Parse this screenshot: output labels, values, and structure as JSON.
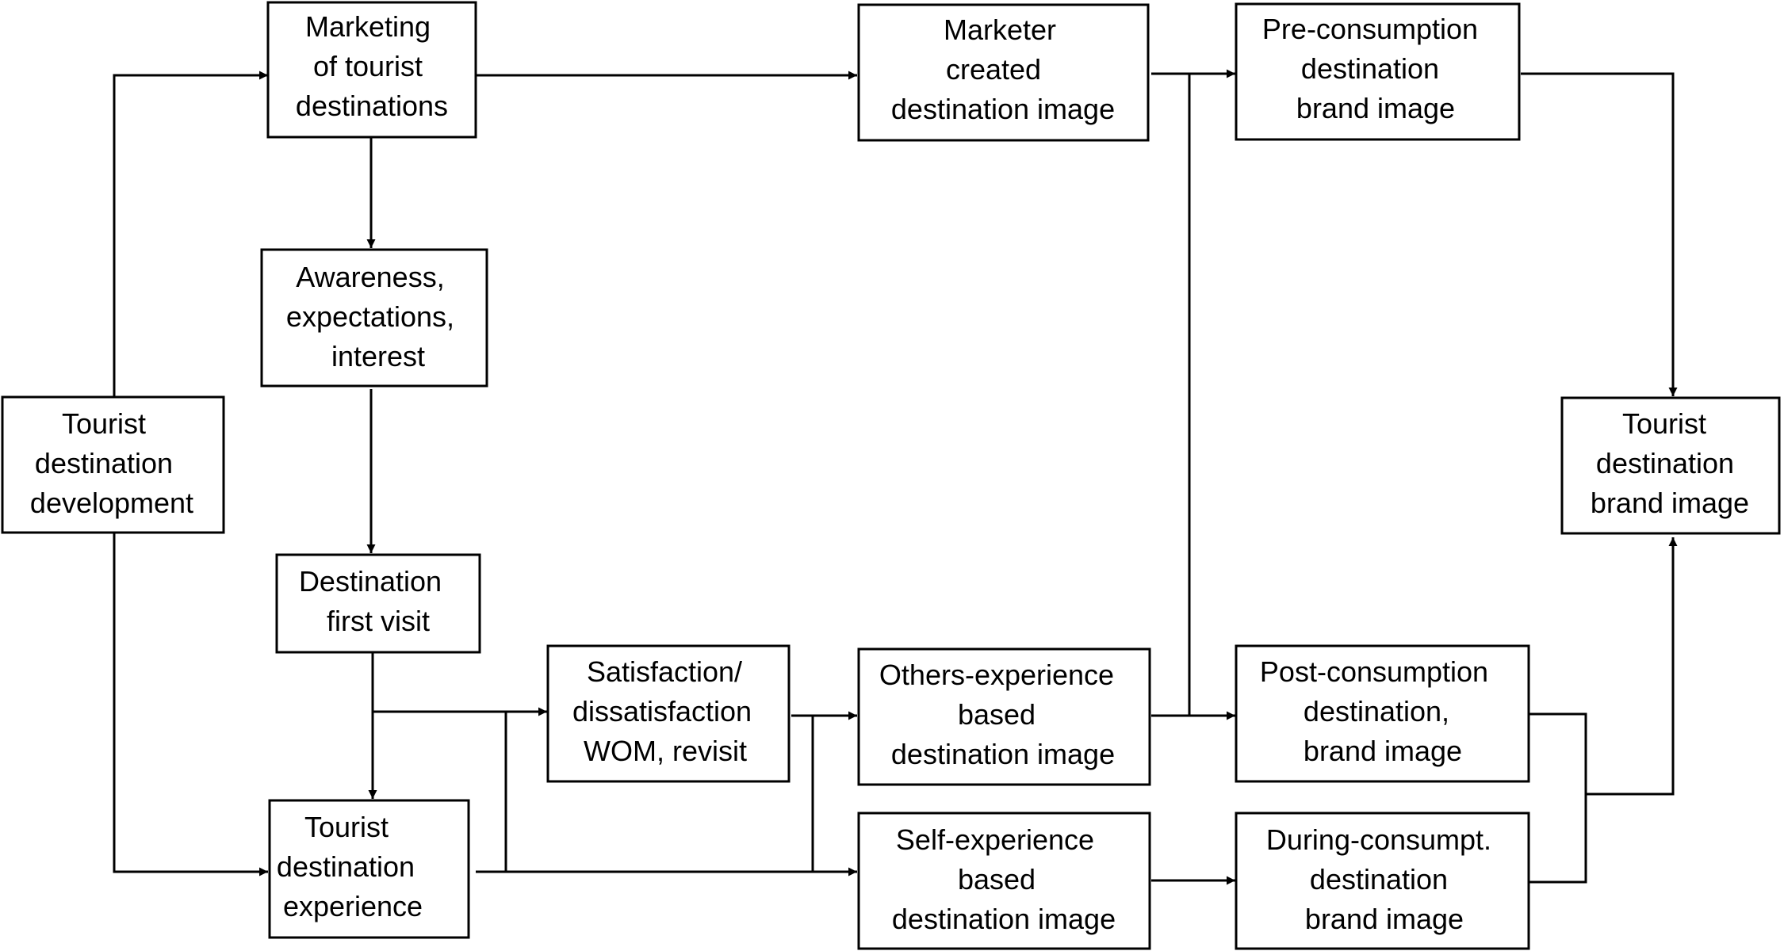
{
  "nodes": {
    "marketing": {
      "lines": [
        "Marketing",
        "of tourist",
        "destinations"
      ]
    },
    "awareness": {
      "lines": [
        "Awareness,",
        "expectations,",
        "interest"
      ]
    },
    "first_visit": {
      "lines": [
        "Destination",
        "first visit"
      ]
    },
    "development": {
      "lines": [
        "Tourist",
        "destination",
        "development"
      ]
    },
    "experience": {
      "lines": [
        "Tourist",
        "destination",
        "experience"
      ]
    },
    "satisfaction": {
      "lines": [
        "Satisfaction/",
        "dissatisfaction",
        "WOM, revisit"
      ]
    },
    "marketer_image": {
      "lines": [
        "Marketer",
        "created",
        "destination image"
      ]
    },
    "pre_consumption": {
      "lines": [
        "Pre-consumption",
        "destination",
        "brand image"
      ]
    },
    "others_image": {
      "lines": [
        "Others-experience",
        "based",
        "destination image"
      ]
    },
    "self_image": {
      "lines": [
        "Self-experience",
        "based",
        "destination image"
      ]
    },
    "post_consumption": {
      "lines": [
        "Post-consumption",
        "destination,",
        "brand image"
      ]
    },
    "during_consumption": {
      "lines": [
        "During-consumpt.",
        "destination",
        "brand image"
      ]
    },
    "brand_image": {
      "lines": [
        "Tourist",
        "destination",
        "brand image"
      ]
    }
  },
  "edges": [
    {
      "from": "development",
      "to": "marketing"
    },
    {
      "from": "development",
      "to": "experience"
    },
    {
      "from": "marketing",
      "to": "awareness"
    },
    {
      "from": "marketing",
      "to": "marketer_image"
    },
    {
      "from": "awareness",
      "to": "first_visit"
    },
    {
      "from": "first_visit",
      "to": "experience"
    },
    {
      "from": "first_visit",
      "to": "satisfaction"
    },
    {
      "from": "experience",
      "to": "satisfaction"
    },
    {
      "from": "experience",
      "to": "self_image"
    },
    {
      "from": "satisfaction",
      "to": "others_image"
    },
    {
      "from": "satisfaction",
      "to": "self_image"
    },
    {
      "from": "marketer_image",
      "to": "pre_consumption"
    },
    {
      "from": "marketer_image",
      "to": "post_consumption"
    },
    {
      "from": "others_image",
      "to": "post_consumption"
    },
    {
      "from": "others_image",
      "to": "pre_consumption"
    },
    {
      "from": "self_image",
      "to": "during_consumption"
    },
    {
      "from": "pre_consumption",
      "to": "brand_image"
    },
    {
      "from": "post_consumption",
      "to": "brand_image"
    },
    {
      "from": "during_consumption",
      "to": "brand_image"
    }
  ]
}
